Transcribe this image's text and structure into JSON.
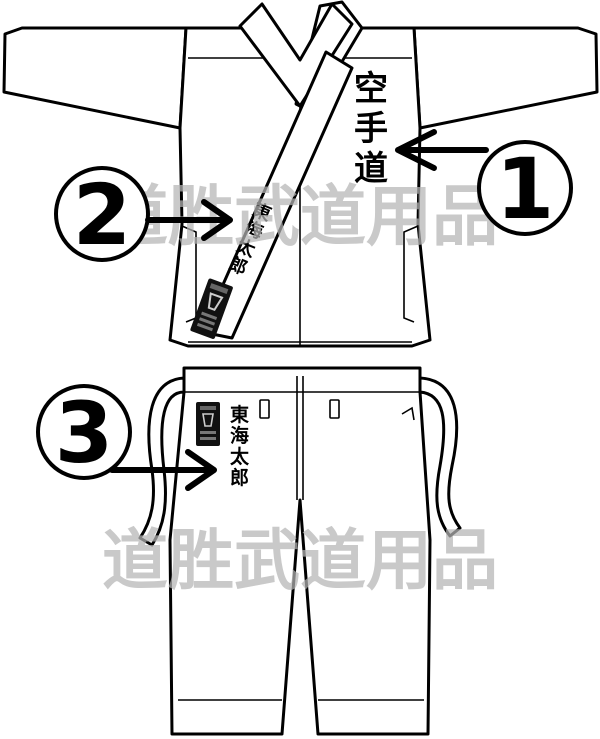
{
  "jacket_embroidery": [
    "空",
    "手",
    "道"
  ],
  "belt_embroidery": [
    "東",
    "海",
    "太",
    "郎"
  ],
  "pants_embroidery": [
    "東",
    "海",
    "太",
    "郎"
  ],
  "markers": [
    "1",
    "2",
    "3"
  ],
  "watermark": "道胜武道用品",
  "colors": {
    "line": "#000000",
    "fill": "#ffffff",
    "watermark": "#b4b4b4",
    "tag": "#111111"
  },
  "icons": [
    "arrow-left-icon",
    "arrow-right-icon",
    "brand-tag-icon"
  ]
}
